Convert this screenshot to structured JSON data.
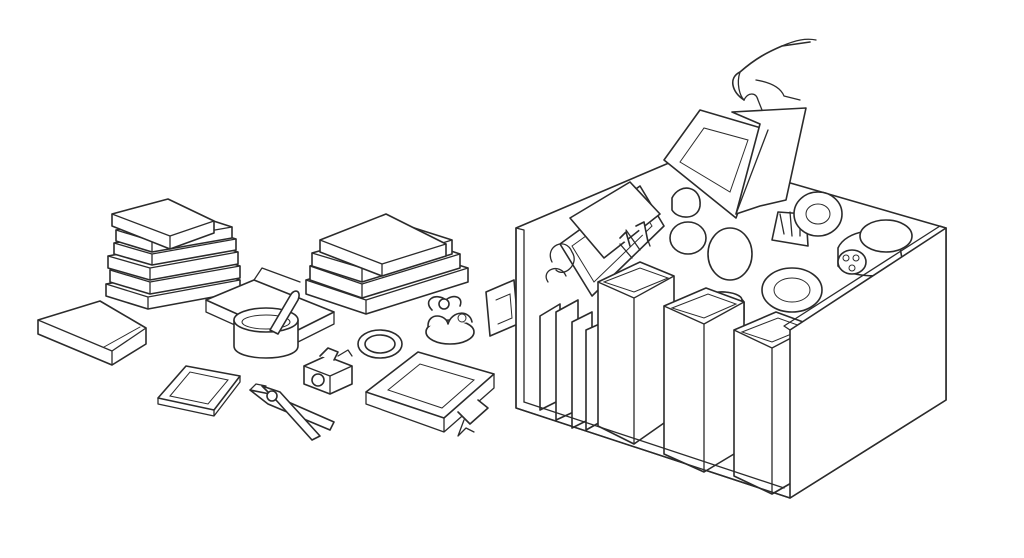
{
  "scene": {
    "background": "#ffffff",
    "line_color": "#2b2b2b",
    "style": "black line art on white",
    "objects": [
      "book-stack-left",
      "lying-book",
      "open-box-with-bowl",
      "book-stack-center",
      "photo-frame",
      "pliers",
      "small-camera",
      "ring",
      "figurine",
      "picture-book-with-ribbon",
      "storage-crate",
      "hand-holding-frame"
    ]
  }
}
